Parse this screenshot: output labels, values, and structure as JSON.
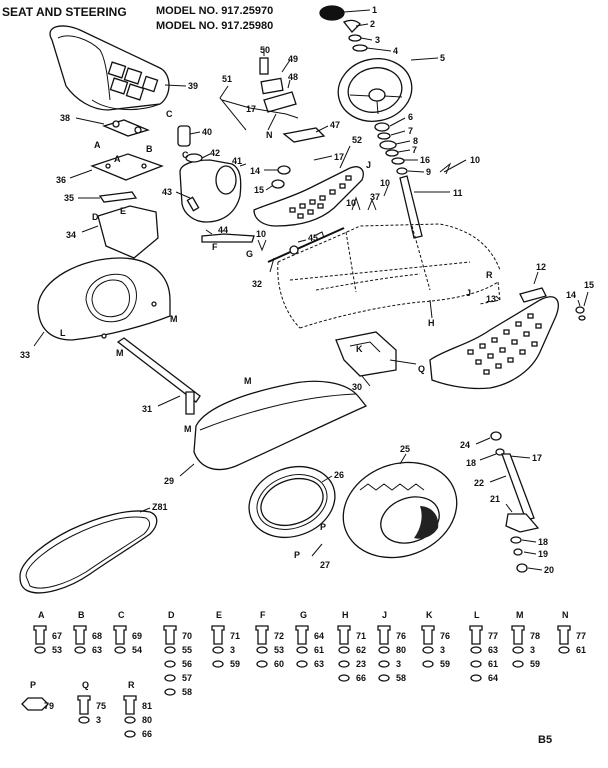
{
  "header": {
    "title": "SEAT AND STEERING",
    "model_1": "MODEL NO. 917.25970",
    "model_2": "MODEL NO. 917.25980"
  },
  "page_number": "B5",
  "callouts": {
    "1": "1",
    "2": "2",
    "3": "3",
    "4": "4",
    "5": "5",
    "6": "6",
    "7": "7",
    "8": "8",
    "9": "9",
    "10": "10",
    "11": "11",
    "12": "12",
    "13": "13",
    "14": "14",
    "15": "15",
    "16": "16",
    "17": "17",
    "18": "18",
    "19": "19",
    "20": "20",
    "21": "21",
    "22": "22",
    "24": "24",
    "25": "25",
    "26": "26",
    "27": "27",
    "29": "29",
    "30": "30",
    "31": "31",
    "32": "32",
    "33": "33",
    "34": "34",
    "35": "35",
    "36": "36",
    "37": "37",
    "38": "38",
    "39": "39",
    "40": "40",
    "41": "41",
    "42": "42",
    "43": "43",
    "44": "44",
    "45": "45",
    "47": "47",
    "48": "48",
    "49": "49",
    "50": "50",
    "51": "51",
    "52": "52",
    "z81": "Z81"
  },
  "letters": {
    "A": "A",
    "B": "B",
    "C": "C",
    "D": "D",
    "E": "E",
    "F": "F",
    "G": "G",
    "H": "H",
    "J": "J",
    "K": "K",
    "L": "L",
    "M": "M",
    "N": "N",
    "P": "P",
    "Q": "Q",
    "R": "R"
  },
  "hardware_key": [
    {
      "letter": "A",
      "parts": [
        "67",
        "53"
      ]
    },
    {
      "letter": "B",
      "parts": [
        "68",
        "63"
      ]
    },
    {
      "letter": "C",
      "parts": [
        "69",
        "54"
      ]
    },
    {
      "letter": "D",
      "parts": [
        "70",
        "55",
        "56",
        "57",
        "58"
      ]
    },
    {
      "letter": "E",
      "parts": [
        "71",
        "3",
        "59"
      ]
    },
    {
      "letter": "F",
      "parts": [
        "72",
        "53",
        "60"
      ]
    },
    {
      "letter": "G",
      "parts": [
        "64",
        "61",
        "63"
      ]
    },
    {
      "letter": "H",
      "parts": [
        "71",
        "62",
        "23",
        "66"
      ]
    },
    {
      "letter": "J",
      "parts": [
        "76",
        "80",
        "3",
        "58"
      ]
    },
    {
      "letter": "K",
      "parts": [
        "76",
        "3",
        "59"
      ]
    },
    {
      "letter": "L",
      "parts": [
        "77",
        "63",
        "61",
        "64"
      ]
    },
    {
      "letter": "M",
      "parts": [
        "78",
        "3",
        "59"
      ]
    },
    {
      "letter": "N",
      "parts": [
        "77",
        "61"
      ]
    },
    {
      "letter": "P",
      "parts": [
        "79"
      ]
    },
    {
      "letter": "Q",
      "parts": [
        "75",
        "3"
      ]
    },
    {
      "letter": "R",
      "parts": [
        "81",
        "80",
        "66"
      ]
    }
  ]
}
